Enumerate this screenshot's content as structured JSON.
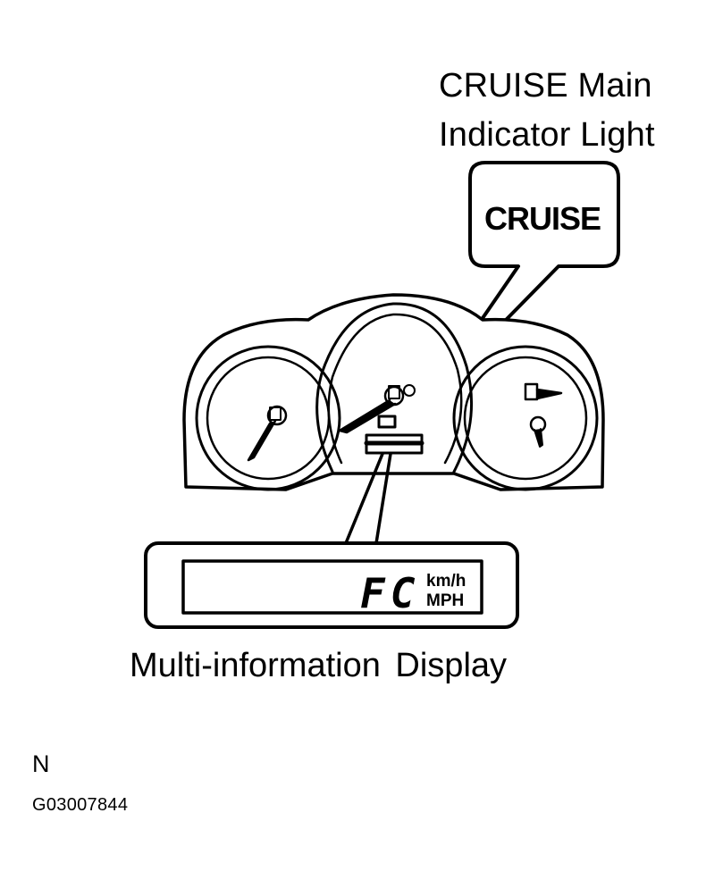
{
  "callouts": {
    "cruise_indicator": {
      "line1": "CRUISE Main",
      "line2": "Indicator Light",
      "lamp_text": "CRUISE"
    },
    "multi_info_display": {
      "caption": "Multi-information Display",
      "segment_text": "FC",
      "unit_top": "km/h",
      "unit_bottom": "MPH"
    }
  },
  "footer": {
    "orientation_mark": "N",
    "figure_code": "G03007844"
  },
  "colors": {
    "line": "#000000",
    "background": "#ffffff"
  }
}
